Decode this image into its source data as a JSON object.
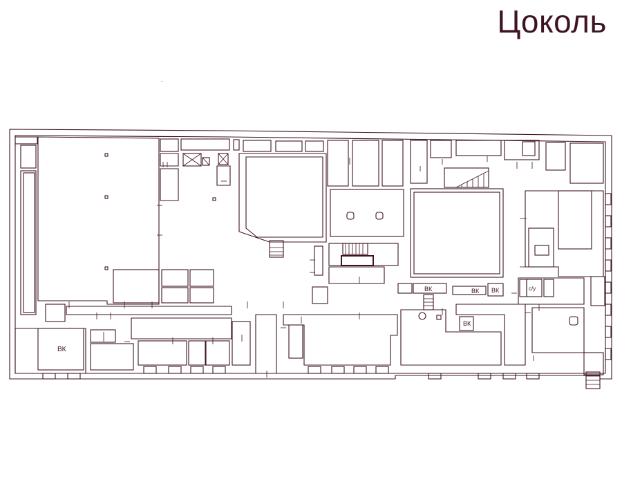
{
  "title": "Цоколь",
  "room_labels": {
    "vk_west": "ВК",
    "vk_central": "ВК",
    "vk_east_a": "ВК",
    "vk_east_b": "ВК",
    "vk_south": "ВК",
    "wc": "с/у"
  },
  "colors": {
    "line": "#3e1421",
    "background": "#ffffff"
  }
}
